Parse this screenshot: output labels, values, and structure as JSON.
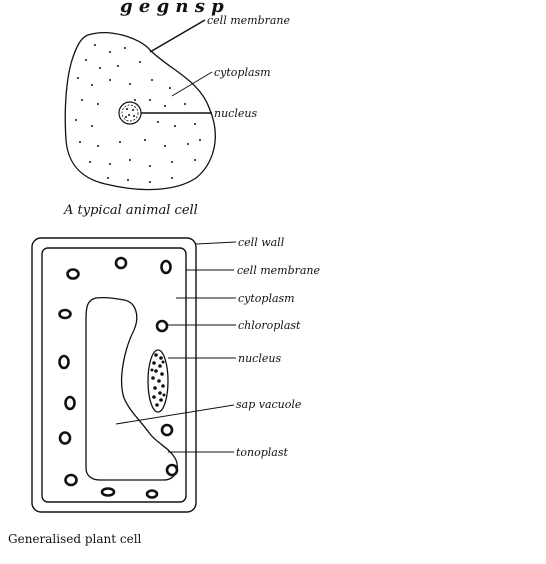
{
  "header_fragment": "g   e   g   n   s   p",
  "animal_cell": {
    "caption": "A typical animal cell",
    "labels": {
      "membrane": "cell membrane",
      "cytoplasm": "cytoplasm",
      "nucleus": "nucleus"
    }
  },
  "plant_cell": {
    "caption": "Generalised plant cell",
    "labels": {
      "cell_wall": "cell wall",
      "membrane": "cell membrane",
      "cytoplasm": "cytoplasm",
      "chloroplast": "chloroplast",
      "nucleus": "nucleus",
      "sap_vacuole": "sap vacuole",
      "tonoplast": "tonoplast"
    }
  },
  "colors": {
    "ink": "#111111",
    "background": "#ffffff"
  }
}
